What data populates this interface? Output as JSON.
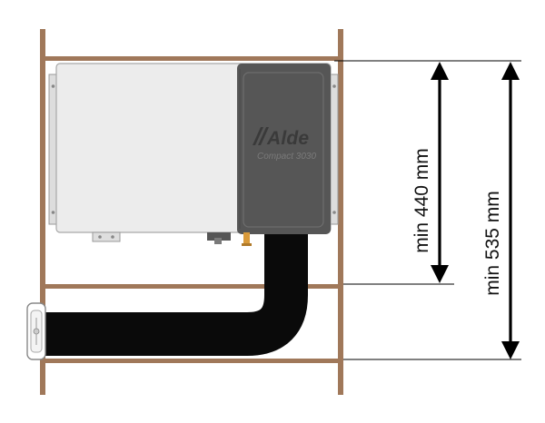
{
  "brand": {
    "logo_text": "Alde",
    "model_text": "Compact 3030"
  },
  "dimensions": [
    {
      "id": "inner",
      "label": "min 440 mm"
    },
    {
      "id": "outer",
      "label": "min 535 mm"
    }
  ],
  "colors": {
    "frame_wood": "#a0785a",
    "boiler_body": "#ececec",
    "boiler_front": "#565656",
    "flue_pipe": "#0a0a0a",
    "dimension_line": "#000000",
    "logo": "#3a3a3a"
  }
}
